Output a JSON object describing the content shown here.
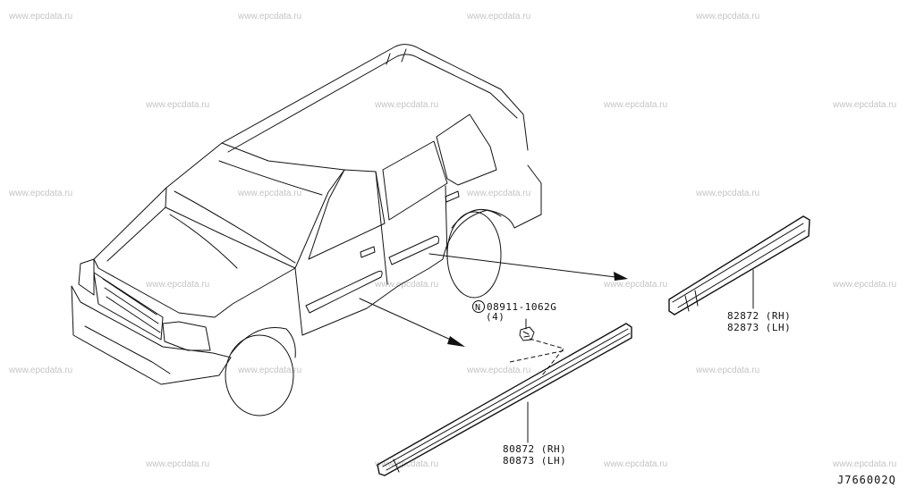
{
  "watermark": "www.epcdata.ru",
  "parts": {
    "fastener": {
      "symbol": "N",
      "number": "08911-1062G",
      "quantity": "(4)"
    },
    "upper_molding": {
      "rh": "82872 (RH)",
      "lh": "82873 (LH)"
    },
    "lower_molding": {
      "rh": "80872 (RH)",
      "lh": "80873 (LH)"
    }
  },
  "diagram_code": "J766002Q",
  "colors": {
    "line": "#111111",
    "watermark": "#c4c4c4",
    "background": "#ffffff"
  }
}
